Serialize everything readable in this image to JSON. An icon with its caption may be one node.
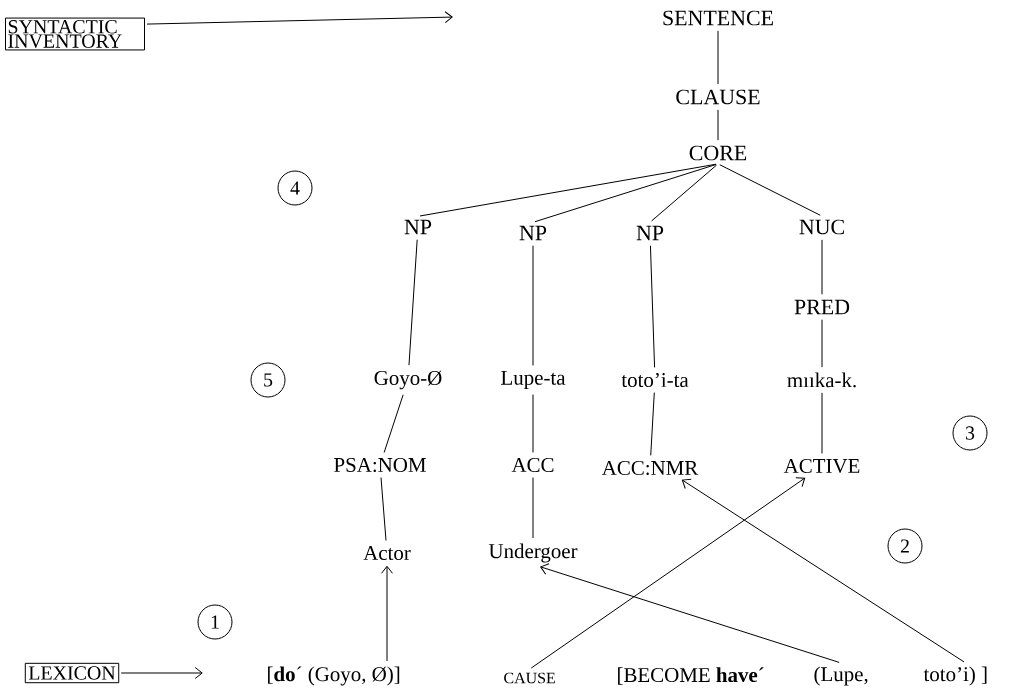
{
  "diagram": {
    "nodes": [
      {
        "text": [
          "SYNTACTIC INVENTORY"
        ]
      },
      {
        "text": [
          "SENTENCE"
        ]
      },
      {
        "text": [
          "CLAUSE"
        ]
      },
      {
        "text": [
          "CORE"
        ]
      },
      {
        "text": [
          "NP"
        ]
      },
      {
        "text": [
          "NP"
        ]
      },
      {
        "text": [
          "NP"
        ]
      },
      {
        "text": [
          "NUC"
        ]
      },
      {
        "text": [
          "PRED"
        ]
      },
      {
        "text": [
          "Goyo-Ø"
        ]
      },
      {
        "text": [
          "Lupe-ta"
        ]
      },
      {
        "text": [
          "toto’i-ta"
        ]
      },
      {
        "text": [
          "mııka-k."
        ]
      },
      {
        "text": [
          "PSA:NOM"
        ]
      },
      {
        "text": [
          "ACC"
        ]
      },
      {
        "text": [
          "ACC:NMR"
        ]
      },
      {
        "text": [
          "ACTIVE"
        ]
      },
      {
        "text": [
          "Actor"
        ]
      },
      {
        "text": [
          "Undergoer"
        ]
      },
      {
        "text": [
          "LEXICON"
        ]
      },
      {
        "text": [
          "[**do**´ (Goyo, Ø)]"
        ]
      },
      {
        "text": [
          "CAUSE"
        ]
      },
      {
        "text": [
          "[BECOME **have**´"
        ]
      },
      {
        "text": [
          "(Lupe,"
        ]
      },
      {
        "text": [
          "toto’i) ]"
        ]
      }
    ],
    "edges": [
      {
        "from": 0,
        "to": null,
        "arrow": "to"
      },
      {
        "from": 1,
        "to": 2,
        "arrow": "none"
      },
      {
        "from": 2,
        "to": 3,
        "arrow": "none"
      },
      {
        "from": 3,
        "to": 4,
        "arrow": "none"
      },
      {
        "from": 3,
        "to": 5,
        "arrow": "none"
      },
      {
        "from": 3,
        "to": 6,
        "arrow": "none"
      },
      {
        "from": 3,
        "to": 7,
        "arrow": "none"
      },
      {
        "from": 4,
        "to": 9,
        "arrow": "none"
      },
      {
        "from": 5,
        "to": 10,
        "arrow": "none"
      },
      {
        "from": 6,
        "to": 11,
        "arrow": "none"
      },
      {
        "from": 7,
        "to": 8,
        "arrow": "none"
      },
      {
        "from": 8,
        "to": 12,
        "arrow": "none"
      },
      {
        "from": 9,
        "to": 13,
        "arrow": "none"
      },
      {
        "from": 10,
        "to": 14,
        "arrow": "none"
      },
      {
        "from": 11,
        "to": 15,
        "arrow": "none"
      },
      {
        "from": 12,
        "to": 16,
        "arrow": "none"
      },
      {
        "from": 13,
        "to": 17,
        "arrow": "none"
      },
      {
        "from": 14,
        "to": 18,
        "arrow": "none"
      },
      {
        "from": 19,
        "to": null,
        "arrow": "to"
      },
      {
        "from": 20,
        "to": 17,
        "arrow": "to"
      },
      {
        "from": 21,
        "to": 16,
        "arrow": "to"
      },
      {
        "from": 23,
        "to": 18,
        "arrow": "to"
      },
      {
        "from": 24,
        "to": 15,
        "arrow": "to"
      }
    ],
    "labels": [
      "4",
      "5",
      "3",
      "2",
      "1"
    ]
  }
}
